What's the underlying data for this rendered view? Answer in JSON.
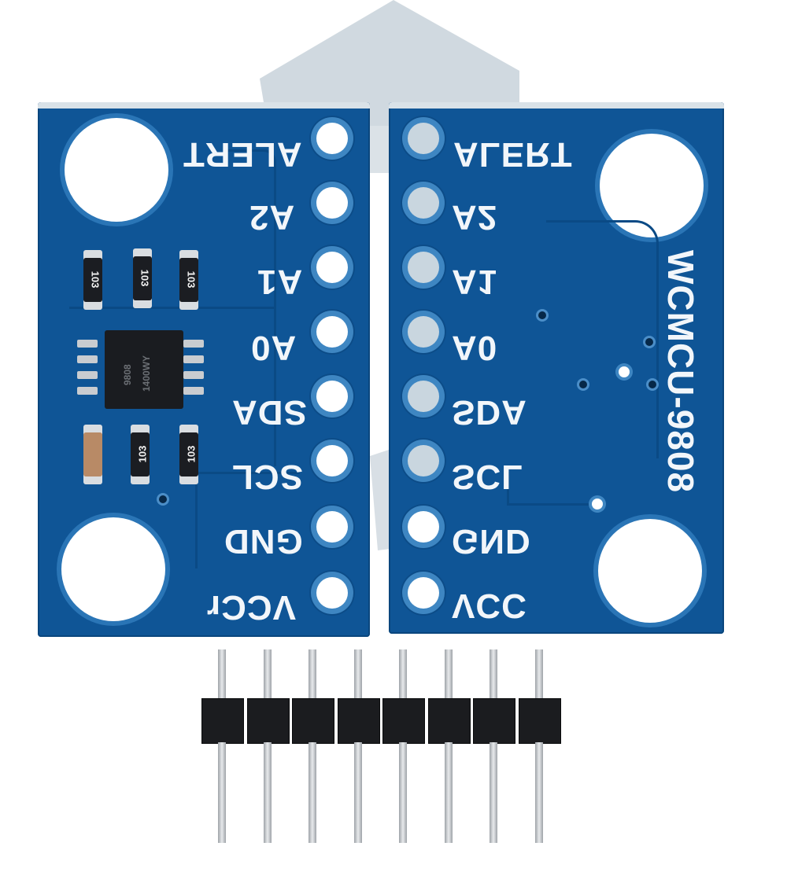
{
  "pin_labels": [
    "ALERT",
    "A2",
    "A1",
    "A0",
    "SDA",
    "SCL",
    "GND",
    "VCC"
  ],
  "left_board_last_label": "VCCr",
  "board_name": "WCMCU-9808",
  "ic_marking": [
    "9808",
    "1400WY"
  ],
  "resistor_marking": "103",
  "colors": {
    "pcb": "#0f5596",
    "silkscreen": "#f2f6fa",
    "pad": "#ffffff",
    "logo": "#c8d2da",
    "header": "#1b1c1f"
  },
  "header_pin_count": 8
}
